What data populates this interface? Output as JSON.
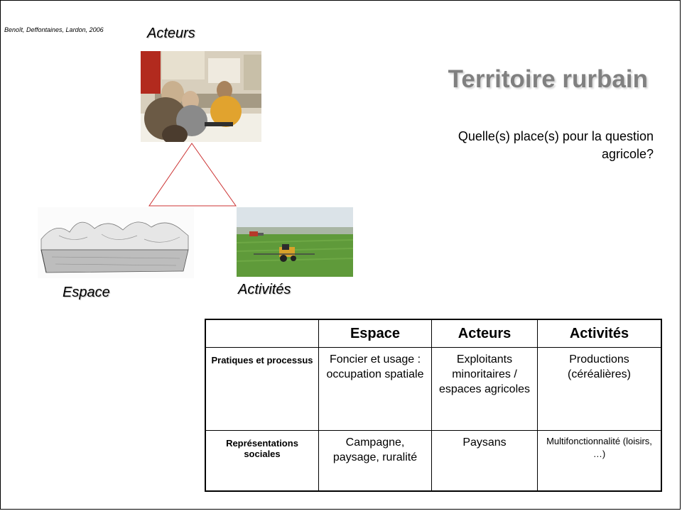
{
  "citation": "Benoît, Deffontaines, Lardon, 2006",
  "labels": {
    "acteurs": "Acteurs",
    "espace": "Espace",
    "activites": "Activités"
  },
  "title": "Territoire rurbain",
  "subtitle": "Quelle(s) place(s) pour la question agricole?",
  "colors": {
    "title": "#808080",
    "triangle": "#cc3333"
  },
  "table": {
    "headers": [
      "",
      "Espace",
      "Acteurs",
      "Activités"
    ],
    "rows": [
      {
        "label": "Pratiques et processus",
        "cells": [
          "Foncier et usage : occupation spatiale",
          "Exploitants minoritaires / espaces agricoles",
          "Productions (céréalières)"
        ]
      },
      {
        "label": "Représentations sociales",
        "cells": [
          "Campagne, paysage, ruralité",
          "Paysans",
          "Multifonctionnalité (loisirs, …)"
        ]
      }
    ]
  }
}
